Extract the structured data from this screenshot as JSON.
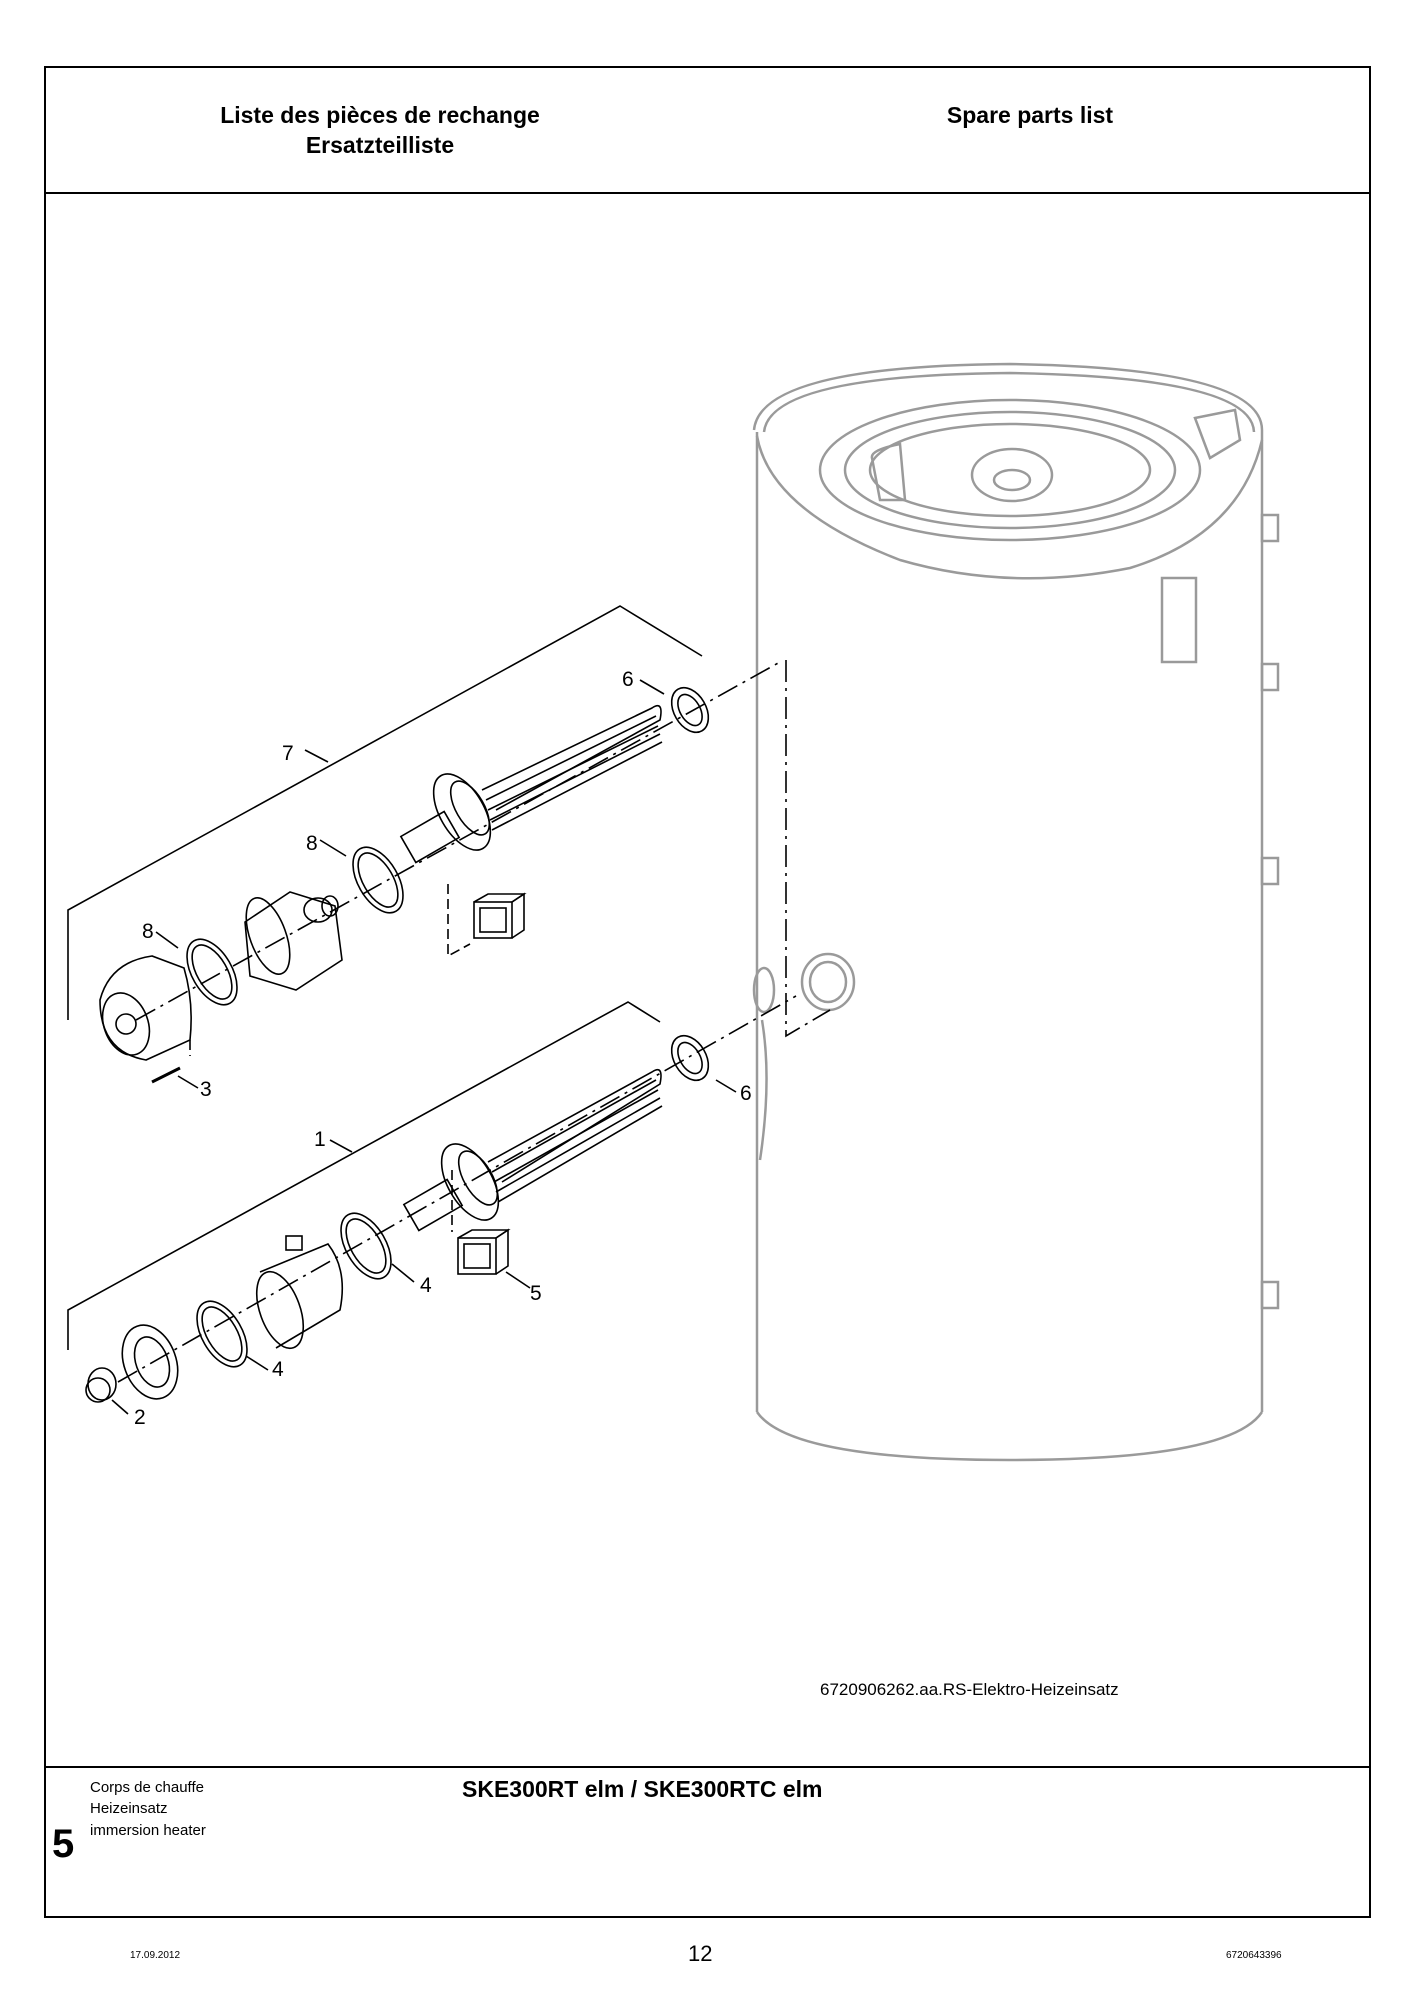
{
  "header": {
    "title_fr": "Liste des pièces de rechange",
    "title_de": "Ersatzteilliste",
    "title_en": "Spare parts list"
  },
  "figure": {
    "callouts": [
      "7",
      "6",
      "8",
      "8",
      "3",
      "1",
      "6",
      "4",
      "4",
      "5",
      "2"
    ],
    "reference": "6720906262.aa.RS-Elektro-Heizeinsatz"
  },
  "footer_block": {
    "section_number": "5",
    "label_fr": "Corps de chauffe",
    "label_de": "Heizeinsatz",
    "label_en": "immersion heater",
    "model": "SKE300RT elm / SKE300RTC elm"
  },
  "page_footer": {
    "date": "17.09.2012",
    "page_number": "12",
    "document_number": "6720643396"
  }
}
